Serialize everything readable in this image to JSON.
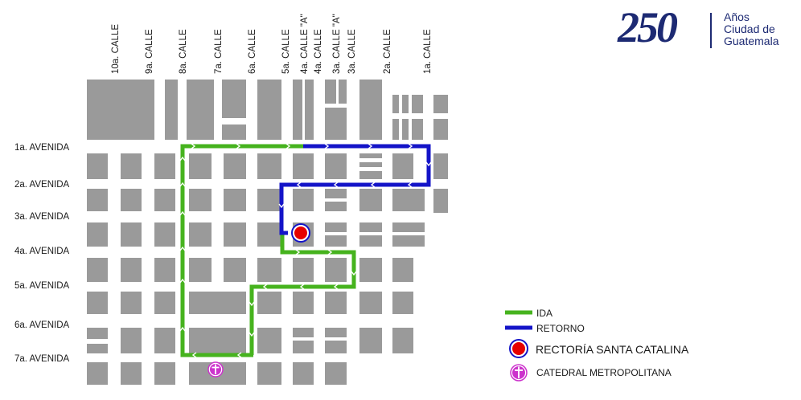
{
  "logo": {
    "number": "250",
    "line1": "Años",
    "line2": "Ciudad de",
    "line3": "Guatemala",
    "color": "#1d2a73"
  },
  "calles": [
    "10a. CALLE",
    "9a. CALLE",
    "8a. CALLE",
    "7a. CALLE",
    "6a. CALLE",
    "5a. CALLE",
    "4a. CALLE \"A\"",
    "4a. CALLE",
    "3a. CALLE \"A\"",
    "3a. CALLE",
    "2a. CALLE",
    "1a. CALLE"
  ],
  "avenidas": [
    "1a. AVENIDA",
    "2a. AVENIDA",
    "3a. AVENIDA",
    "4a. AVENIDA",
    "5a. AVENIDA",
    "6a. AVENIDA",
    "7a. AVENIDA"
  ],
  "legend": {
    "ida": "IDA",
    "retorno": "RETORNO",
    "rectoria": "RECTORÍA SANTA CATALINA",
    "catedral": "CATEDRAL METROPOLITANA"
  },
  "colors": {
    "ida": "#46b31e",
    "retorno": "#1414c8",
    "rectoria": "#e60000",
    "catedral": "#cc33cc",
    "block": "#9a9a9a"
  }
}
